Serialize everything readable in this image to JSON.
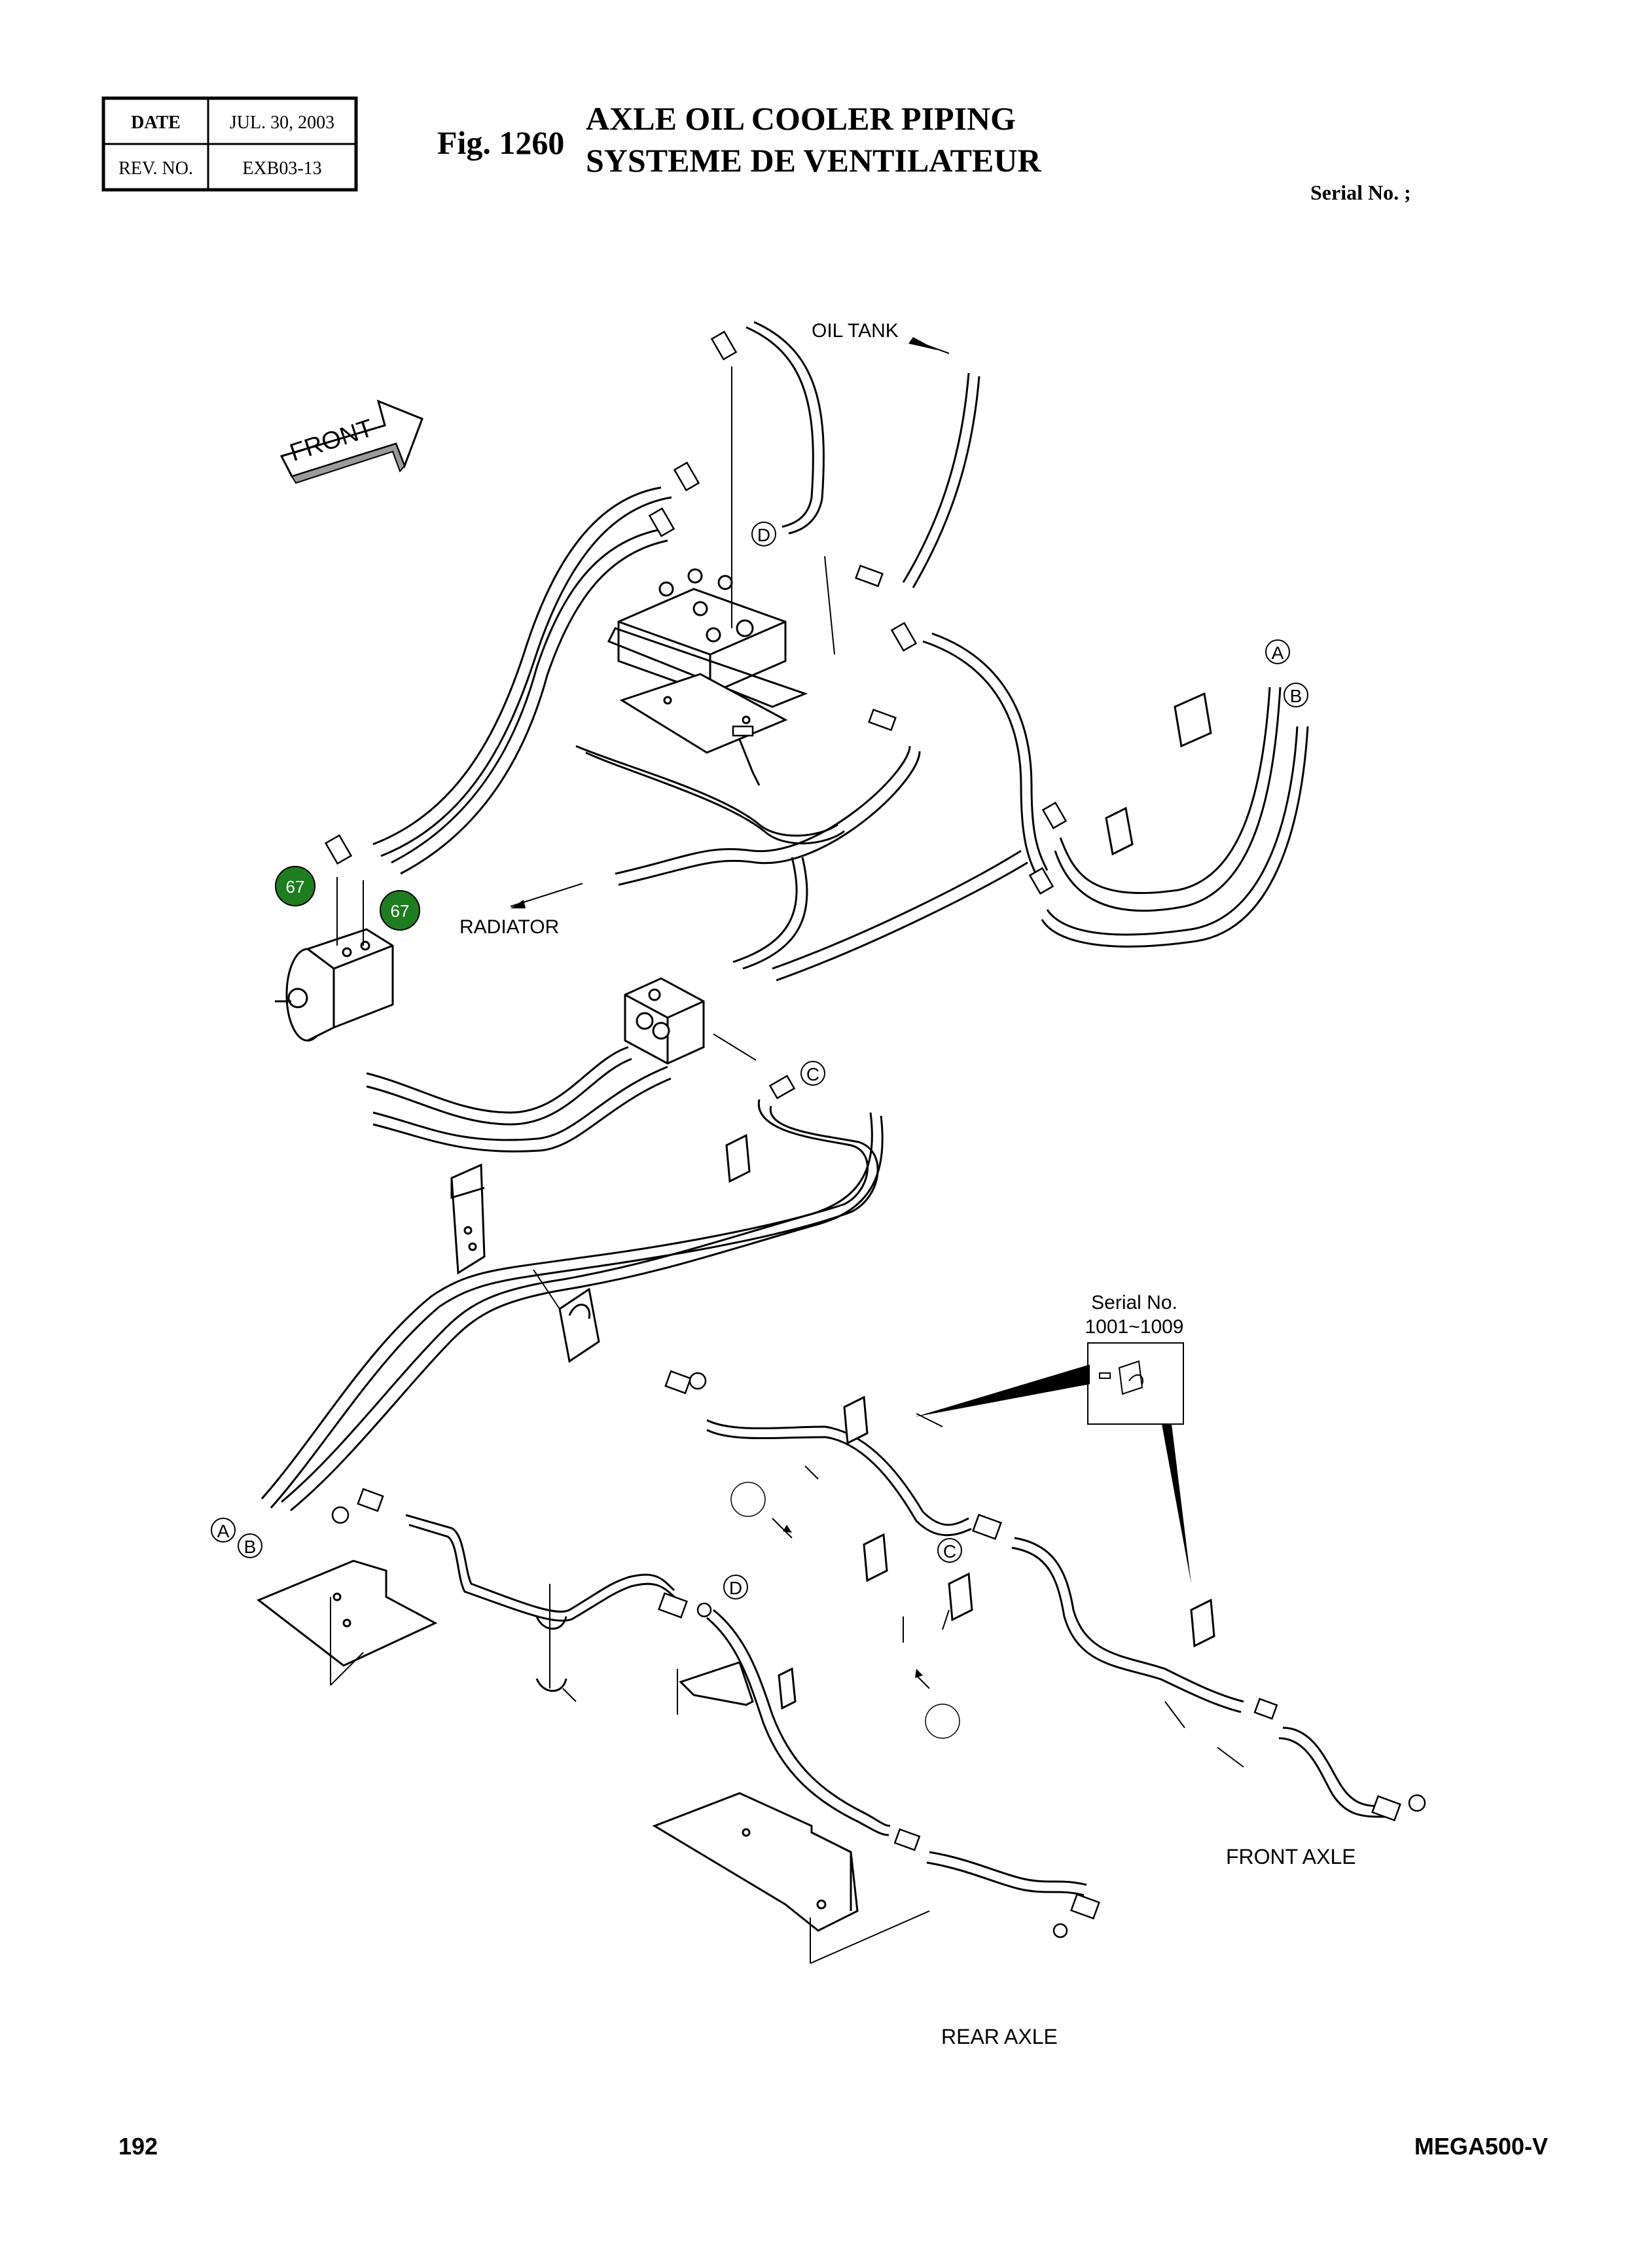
{
  "header": {
    "date_label": "DATE",
    "date_value": "JUL. 30, 2003",
    "rev_label": "REV. NO.",
    "rev_value": "EXB03-13",
    "fig_label": "Fig. 1260",
    "title_en": "AXLE OIL COOLER PIPING",
    "title_fr": "SYSTEME DE VENTILATEUR",
    "serial_label": "Serial No. ;"
  },
  "diagram": {
    "front_arrow": "FRONT",
    "labels": {
      "oil_tank": "OIL TANK",
      "radiator": "RADIATOR",
      "front_axle": "FRONT AXLE",
      "rear_axle": "REAR AXLE",
      "serial_box_line1": "Serial No.",
      "serial_box_line2": "1001~1009"
    },
    "connector_refs": {
      "a_top": "A",
      "b_top": "B",
      "c_mid": "C",
      "d_top": "D",
      "a_bot": "A",
      "b_bot": "B",
      "c_bot": "C",
      "d_bot": "D"
    },
    "callouts": [
      {
        "label": "67",
        "color": "#1e7d1e"
      },
      {
        "label": "67",
        "color": "#1e7d1e"
      }
    ]
  },
  "footer": {
    "page_number": "192",
    "model": "MEGA500-V"
  }
}
